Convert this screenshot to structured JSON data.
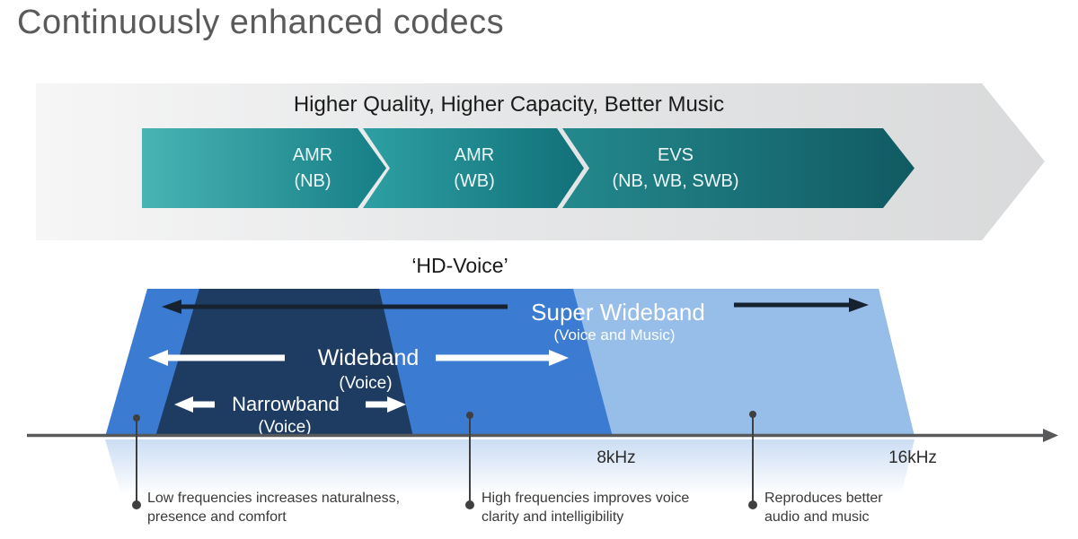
{
  "title": "Continuously enhanced codecs",
  "banner": {
    "heading": "Higher Quality, Higher Capacity, Better Music",
    "stages": [
      {
        "name": "AMR",
        "detail": "(NB)"
      },
      {
        "name": "AMR",
        "detail": "(WB)"
      },
      {
        "name": "EVS",
        "detail": "(NB, WB, SWB)"
      }
    ]
  },
  "hd_voice_label": "‘HD-Voice’",
  "bands": {
    "super_wideband": {
      "label": "Super Wideband",
      "sublabel": "(Voice and Music)"
    },
    "wideband": {
      "label": "Wideband",
      "sublabel": "(Voice)"
    },
    "narrowband": {
      "label": "Narrowband",
      "sublabel": "(Voice)"
    }
  },
  "axis": {
    "tick_8khz": "8kHz",
    "tick_16khz": "16kHz"
  },
  "callouts": [
    {
      "line1": "Low frequencies increases naturalness,",
      "line2": "presence and comfort"
    },
    {
      "line1": "High frequencies improves voice",
      "line2": "clarity and intelligibility"
    },
    {
      "line1": "Reproduces better",
      "line2": "audio and music"
    }
  ],
  "colors": {
    "title_gray": "#5a5a5a",
    "banner_gray": "#d9dadb",
    "teal_light": "#48b4b4",
    "teal_dark": "#115a62",
    "band_blue": "#3b7bd1",
    "band_navy": "#1e3c62",
    "band_light_blue": "#97bde9",
    "dark_arrow": "#16222f",
    "axis_gray": "#58595b"
  }
}
